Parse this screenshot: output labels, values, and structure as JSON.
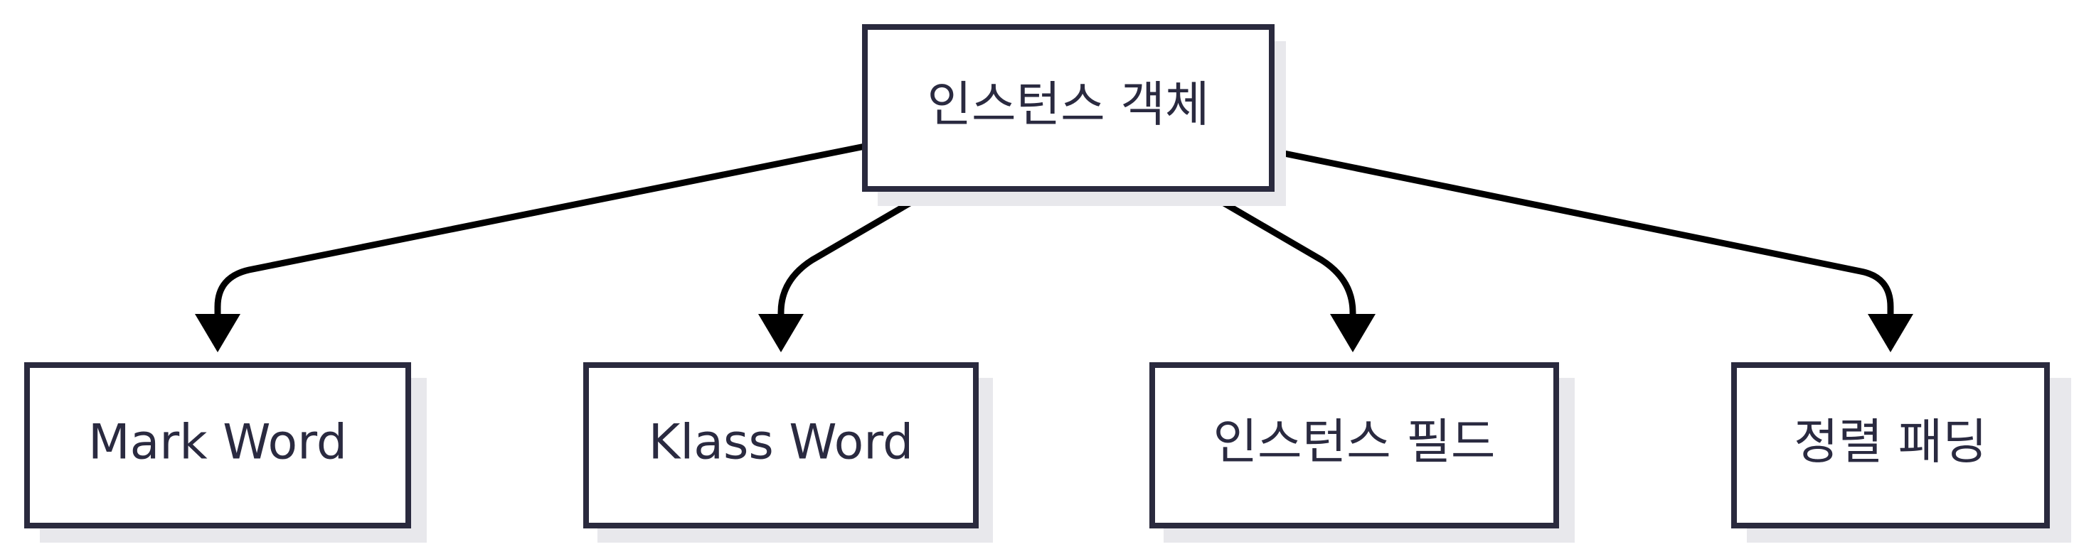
{
  "diagram": {
    "root": {
      "label": "인스턴스 객체"
    },
    "children": [
      {
        "label": "Mark Word"
      },
      {
        "label": "Klass Word"
      },
      {
        "label": "인스턴스 필드"
      },
      {
        "label": "정렬 패딩"
      }
    ],
    "colors": {
      "stroke": "#2a2a3e",
      "shadow": "#e8e8ec",
      "fill": "#ffffff",
      "text": "#2a2a40"
    }
  }
}
